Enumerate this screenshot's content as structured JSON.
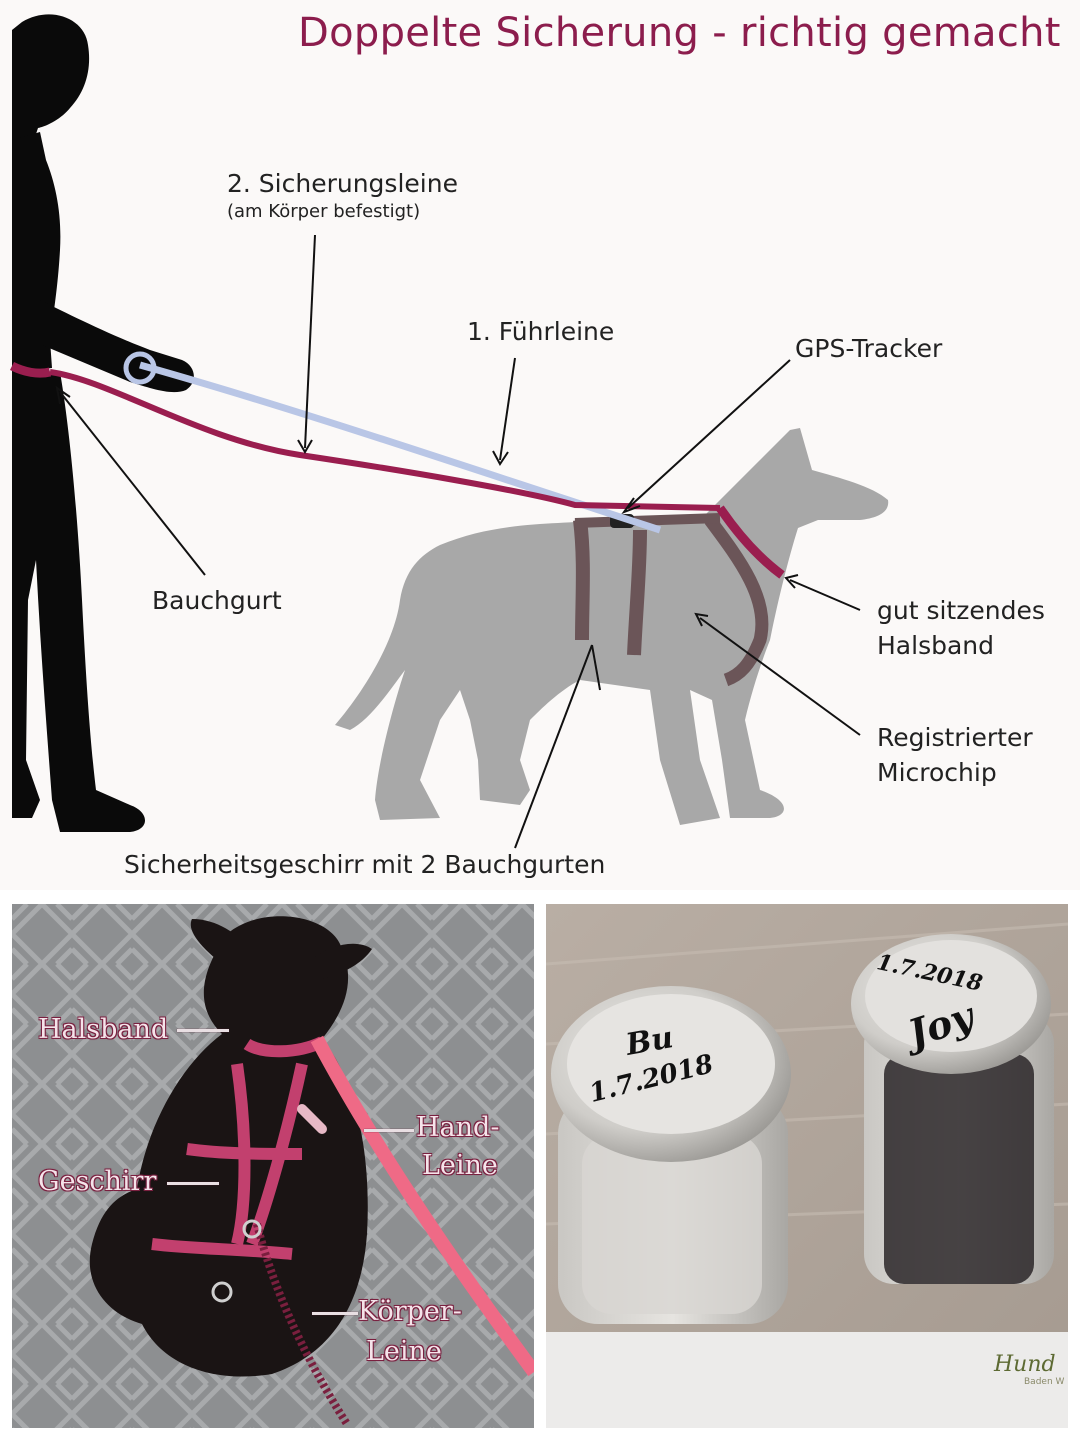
{
  "infographic": {
    "title": "Doppelte Sicherung - richtig gemacht",
    "labels": {
      "sicherungsleine": "2. Sicherungsleine",
      "sicherungsleine_note": "(am Körper befestigt)",
      "fuehrleine": "1. Führleine",
      "gps": "GPS-Tracker",
      "bauchgurt": "Bauchgurt",
      "halsband_line1": "gut sitzendes",
      "halsband_line2": "Halsband",
      "chip_line1": "Registrierter",
      "chip_line2": "Microchip",
      "geschirr": "Sicherheitsgeschirr mit 2 Bauchgurten"
    },
    "colors": {
      "title": "#8c1d4d",
      "body_leash": "#9a1e4f",
      "hand_leash": "#b9c6e6",
      "silhouette_person": "#0a0a0a",
      "silhouette_dog": "#a8a8a8"
    }
  },
  "photo_dog": {
    "halsband": "Halsband",
    "hand_1": "Hand-",
    "hand_2": "Leine",
    "geschirr": "Geschirr",
    "koerper_1": "Körper-",
    "koerper_2": "Leine"
  },
  "photo_jars": {
    "jar1_line1": "Bu",
    "jar1_line2": "1.7.2018",
    "jar2_line1": "1.7.2018",
    "jar2_line2": "Joy",
    "watermark": "Hund",
    "watermark_sub": "Baden W"
  }
}
